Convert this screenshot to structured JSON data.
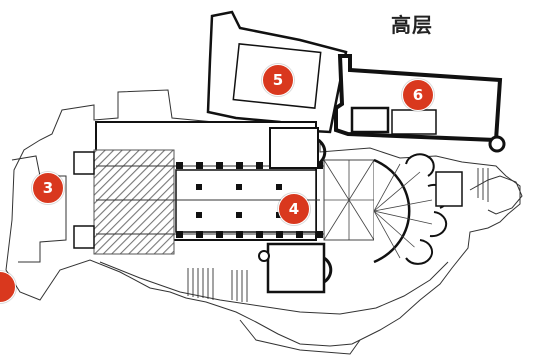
{
  "level_title": "高层",
  "marker_color": "#d9381e",
  "markers": [
    {
      "id": "3",
      "label": "3"
    },
    {
      "id": "4",
      "label": "4"
    },
    {
      "id": "5",
      "label": "5"
    },
    {
      "id": "6",
      "label": "6"
    },
    {
      "id": "partial",
      "label": ""
    }
  ]
}
